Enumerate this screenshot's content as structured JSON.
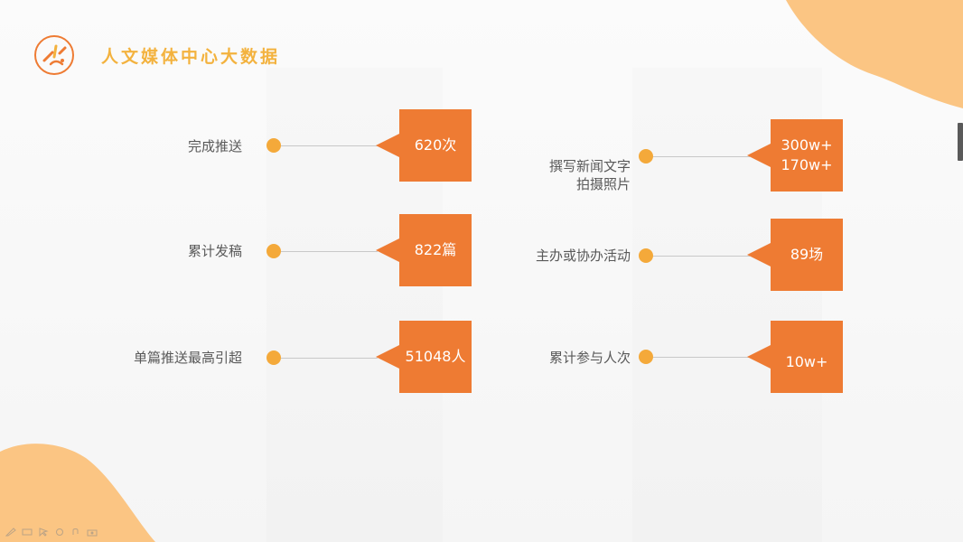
{
  "slide": {
    "title": "人文媒体中心大数据",
    "colors": {
      "accent": "#ee7b33",
      "dot": "#f4a93a",
      "title": "#f3b23e",
      "blob": "#fbc583"
    }
  },
  "stats_left": [
    {
      "label": "完成推送",
      "value": "620次"
    },
    {
      "label": "累计发稿",
      "value": "822篇"
    },
    {
      "label": "单篇推送最高引超",
      "value": "51048人"
    }
  ],
  "stats_right": [
    {
      "label_lines": [
        "撰写新闻文字",
        "拍摄照片"
      ],
      "value_lines": [
        "300w+",
        "170w+"
      ]
    },
    {
      "label": "主办或协办活动",
      "value": "89场"
    },
    {
      "label": "累计参与人次",
      "value": "10w+"
    }
  ],
  "icons": [
    "logo-icon",
    "pen-icon",
    "eraser-icon",
    "pointer-icon",
    "laser-icon",
    "clip-icon",
    "camera-icon"
  ]
}
